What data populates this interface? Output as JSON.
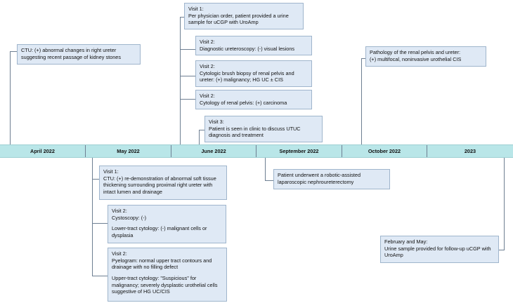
{
  "timeline": {
    "periods": [
      "April 2022",
      "May 2022",
      "June 2022",
      "September 2022",
      "October 2022",
      "2023"
    ]
  },
  "events": {
    "ctu_april": "CTU: (+) abnormal changes in right ureter suggesting recent passage of kidney stones",
    "june_visit1": {
      "title": "Visit 1:",
      "text": "Per physician order, patient provided a urine sample for uCGP with UroAmp"
    },
    "june_visit2_ureteroscopy": {
      "title": "Visit 2:",
      "text": "Diagnostic ureteroscopy: (-) visual lesions"
    },
    "june_visit2_biopsy": {
      "title": "Visit 2:",
      "text": "Cytologic brush biopsy of renal pelvis and ureter: (+) malignancy; HG UC ± CIS"
    },
    "june_visit2_cytology": {
      "title": "Visit 2:",
      "text": "Cytology of renal pelvis: (+) carcinoma"
    },
    "june_visit3": {
      "title": "Visit 3:",
      "text": "Patient is seen in clinic to discuss UTUC diagnosis and treatment"
    },
    "october_pathology": {
      "title": "Pathology of the renal pelvis and ureter:",
      "text": "(+) multifocal, noninvasive urothelial CIS"
    },
    "may_visit1": {
      "title": "Visit 1:",
      "text": "CTU: (+) re-demonstration of abnormal soft tissue thickening surrounding proximal right ureter with intact lumen and drainage"
    },
    "may_visit2_cysto": {
      "title": "Visit 2:",
      "line1": "Cystoscopy: (-)",
      "line2": "Lower-tract cytology: (-) malignant cells or dysplasia"
    },
    "may_visit2_pyelo": {
      "title": "Visit 2:",
      "line1": "Pyelogram: normal upper tract contours and drainage with no filling defect",
      "line2": "Upper-tract cytology: \"Suspicious\" for malignancy; severely dysplastic urothelial cells suggestive of HG UC/CIS"
    },
    "september_surgery": "Patient underwent a robotic-assisted laparoscopic nephroureterectomy",
    "followup_2023": {
      "title": "February and May:",
      "text": "Urine sample provided for follow-up uCGP with UroAmp"
    }
  }
}
